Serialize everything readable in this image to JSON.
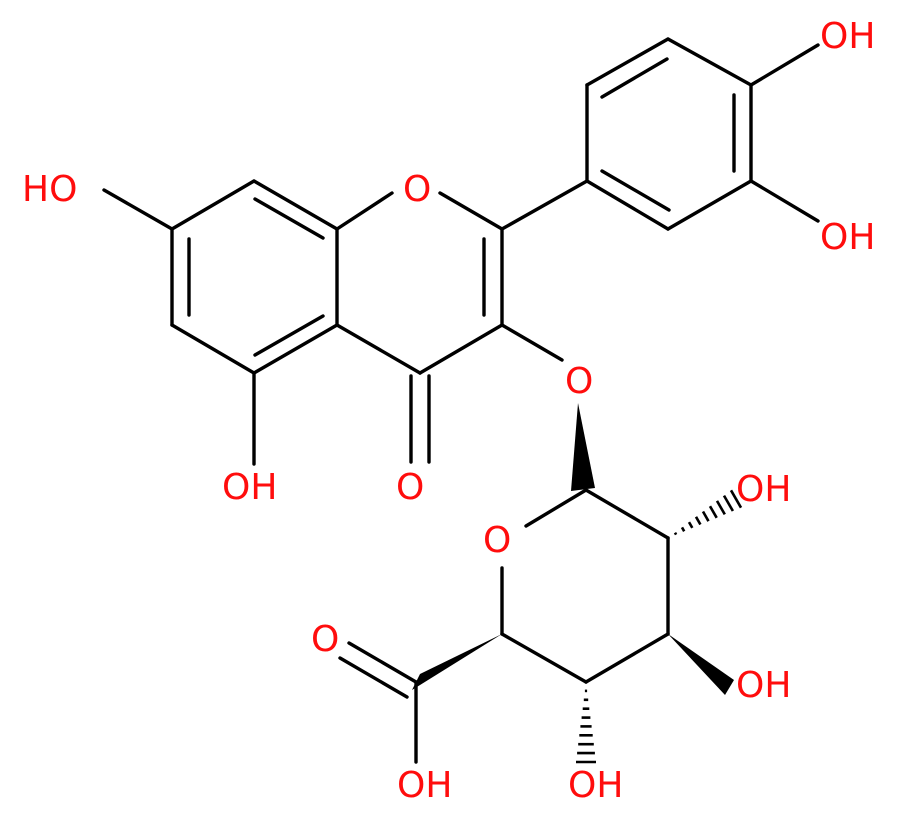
{
  "molecule": {
    "atom_color": "#ff0d0d",
    "bond_color": "#000000",
    "labels": {
      "oh_catechol_top": "OH",
      "oh_catechol_mid": "OH",
      "oh_a_ring_top": "HO",
      "ring_oxygen_c": "O",
      "ether_oxygen": "O",
      "carbonyl_oxygen_c4": "O",
      "oh_a_ring_bottom": "OH",
      "oh_sugar_c2": "OH",
      "ring_oxygen_sugar": "O",
      "oh_sugar_c3": "OH",
      "carboxyl_oxygen": "O",
      "carboxyl_oh": "OH",
      "oh_sugar_c4": "OH"
    }
  }
}
